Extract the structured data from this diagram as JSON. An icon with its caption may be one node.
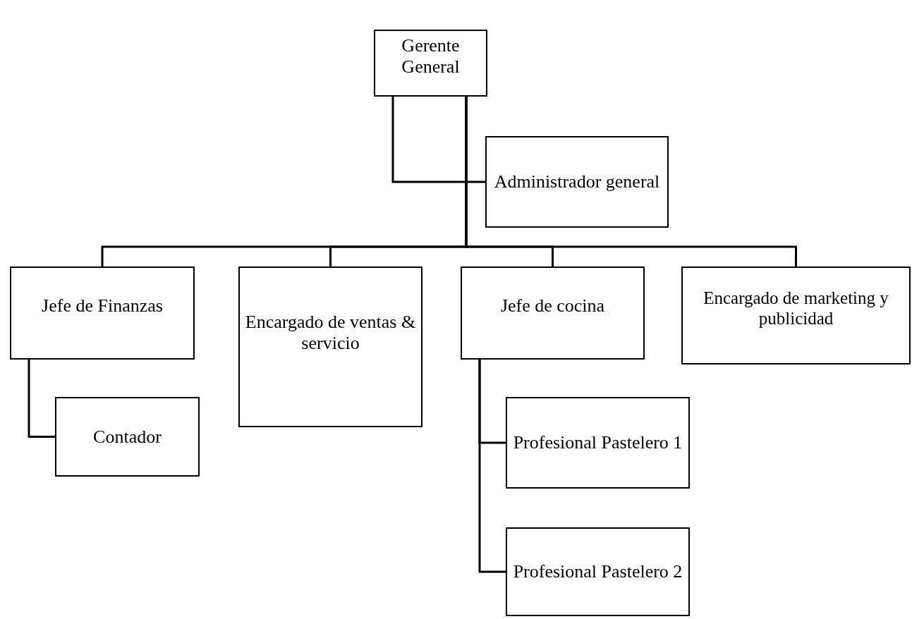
{
  "diagram": {
    "nodes": [
      {
        "text": [
          "Gerente General"
        ]
      },
      {
        "text": [
          "Administrador general"
        ]
      },
      {
        "text": [
          "Jefe de Finanzas"
        ]
      },
      {
        "text": [
          "Encargado de ventas & servicio"
        ]
      },
      {
        "text": [
          "Jefe de cocina"
        ]
      },
      {
        "text": [
          "Encargado de marketing y publicidad"
        ]
      },
      {
        "text": [
          "Contador"
        ]
      },
      {
        "text": [
          "Profesional Pastelero 1"
        ]
      },
      {
        "text": [
          "Profesional Pastelero 2"
        ]
      }
    ],
    "edges": [
      {
        "from": 0,
        "to": 1,
        "arrow": "none"
      },
      {
        "from": 0,
        "to": 2,
        "arrow": "none"
      },
      {
        "from": 0,
        "to": 3,
        "arrow": "none"
      },
      {
        "from": 0,
        "to": 4,
        "arrow": "none"
      },
      {
        "from": 0,
        "to": 5,
        "arrow": "none"
      },
      {
        "from": 2,
        "to": 6,
        "arrow": "none"
      },
      {
        "from": 4,
        "to": 7,
        "arrow": "none"
      },
      {
        "from": 4,
        "to": 8,
        "arrow": "none"
      }
    ]
  }
}
